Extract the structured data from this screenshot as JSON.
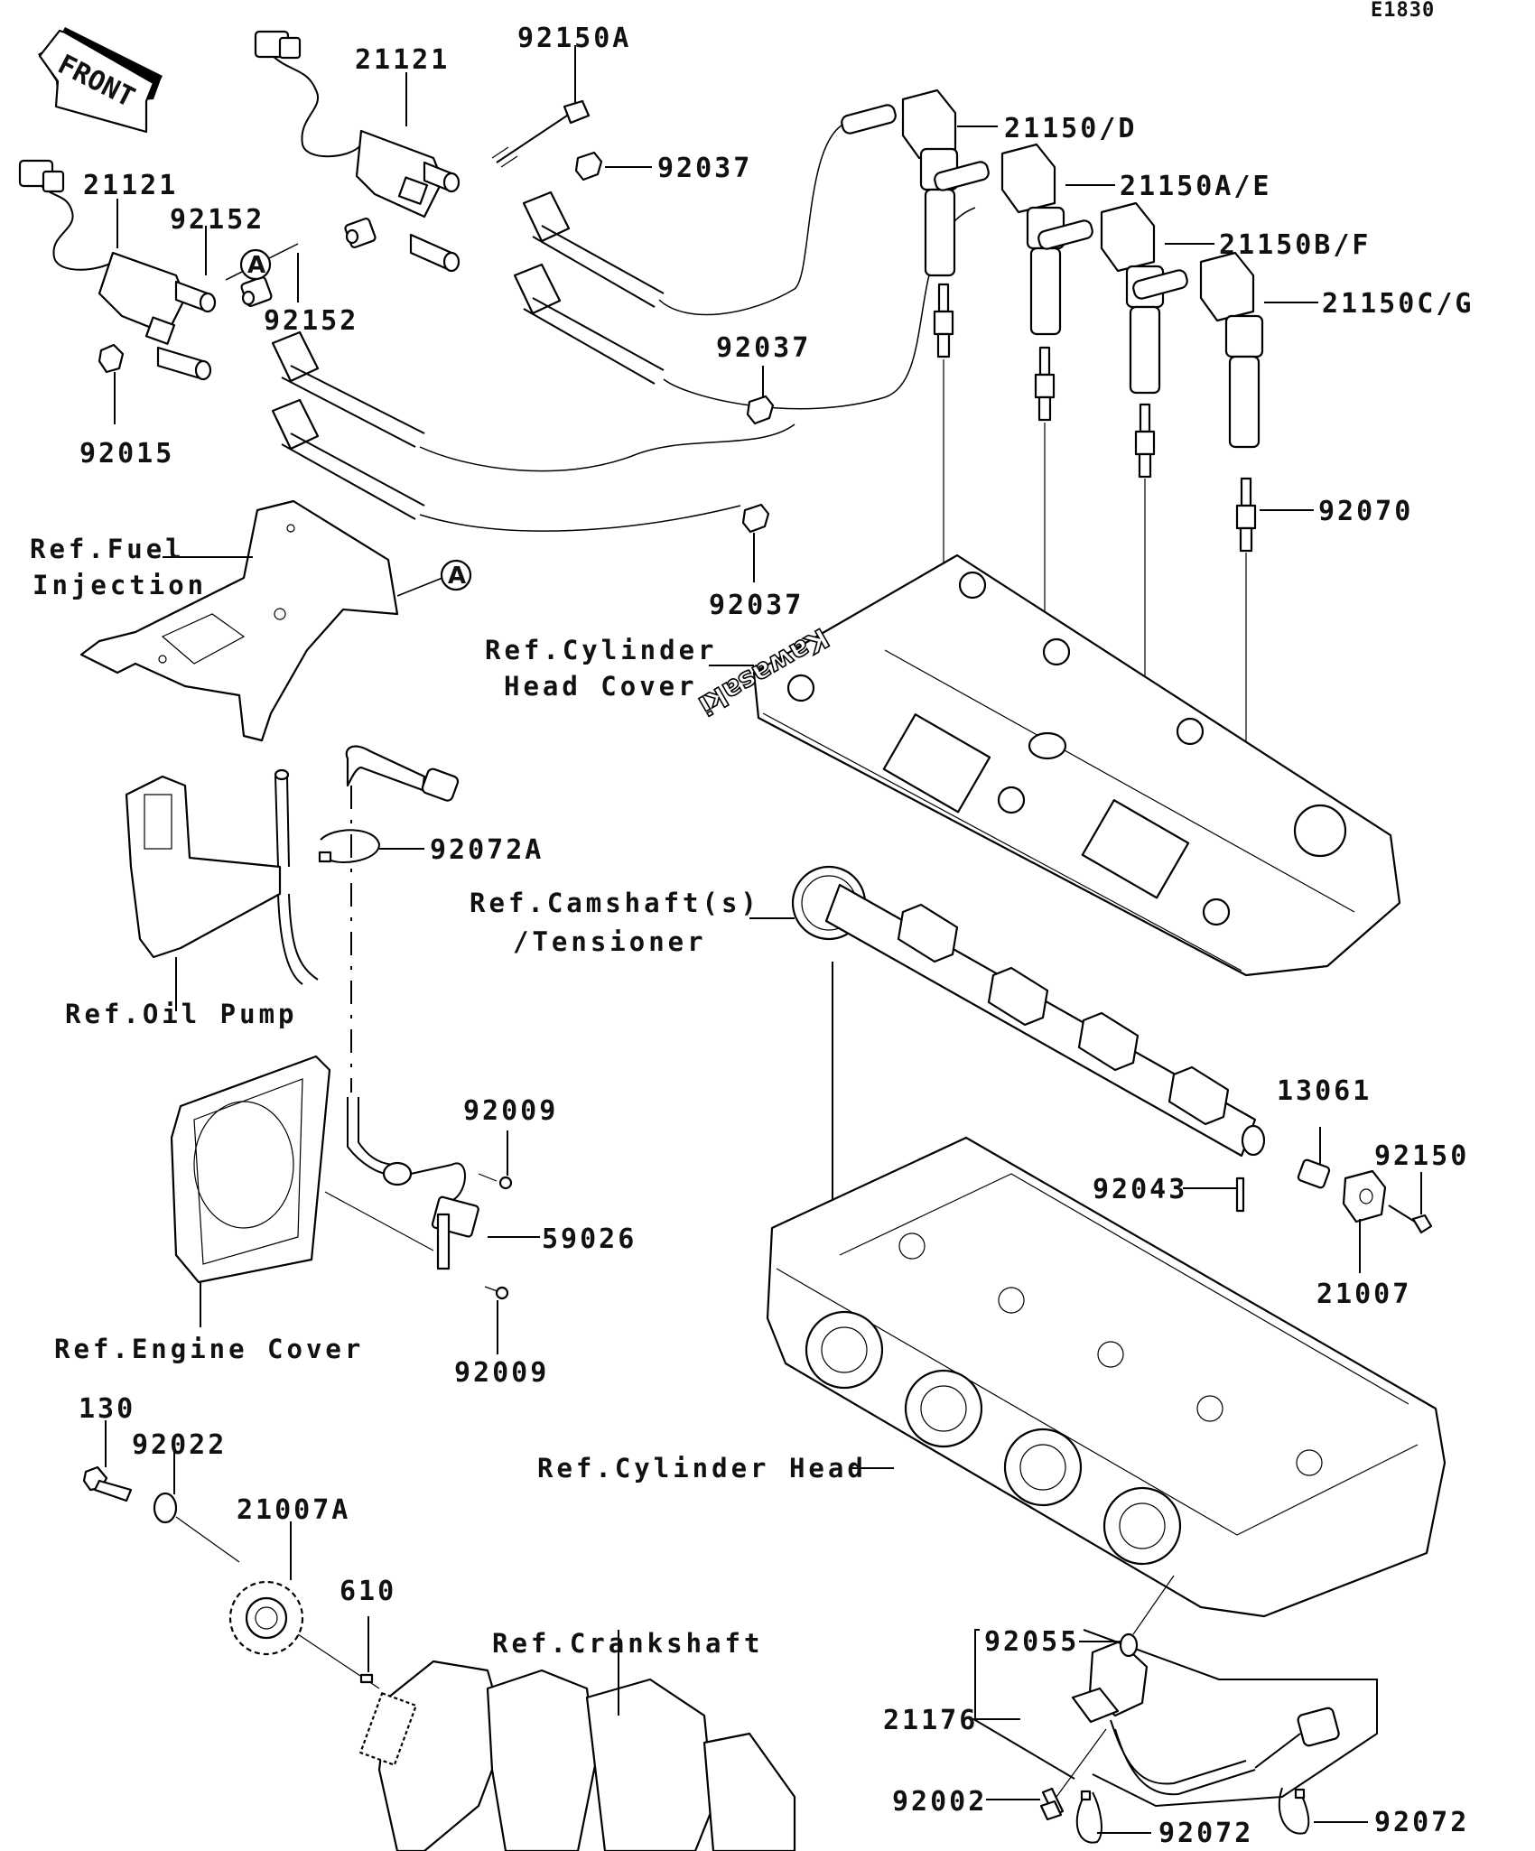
{
  "diagram": {
    "code": "E1830",
    "orientation_label": "FRONT",
    "connector_marker": "A",
    "logo_text": "Kawasaki",
    "parts": {
      "ignition_coil_upper": "21121",
      "ignition_coil_lower": "21121",
      "bolt_coil": "92150A",
      "clamp_upper": "92037",
      "collar_left": "92152",
      "collar_right": "92152",
      "nut": "92015",
      "plug_cap_1": "21150/D",
      "plug_cap_2": "21150A/E",
      "plug_cap_3": "21150B/F",
      "plug_cap_4": "21150C/G",
      "clamp_mid": "92037",
      "clamp_low": "92037",
      "spark_plug": "92070",
      "band_sensor": "92072A",
      "screw_upper": "92009",
      "pickup_coil": "59026",
      "screw_lower": "92009",
      "rotor_holder": "13061",
      "bolt_cam": "92150",
      "pin": "92043",
      "cam_sensor_rotor": "21007",
      "bolt_crank": "130",
      "washer": "92022",
      "timing_rotor": "21007A",
      "key": "610",
      "o_ring": "92055",
      "cam_sensor": "21176",
      "bolt_sensor": "92002",
      "band_left": "92072",
      "band_right": "92072"
    },
    "references": {
      "fuel_injection_line1": "Ref.Fuel",
      "fuel_injection_line2": "Injection",
      "cyl_head_cover_line1": "Ref.Cylinder",
      "cyl_head_cover_line2": "Head Cover",
      "oil_pump": "Ref.Oil Pump",
      "camshaft_line1": "Ref.Camshaft(s)",
      "camshaft_line2": "/Tensioner",
      "engine_cover": "Ref.Engine Cover",
      "cylinder_head": "Ref.Cylinder Head",
      "crankshaft": "Ref.Crankshaft"
    }
  }
}
